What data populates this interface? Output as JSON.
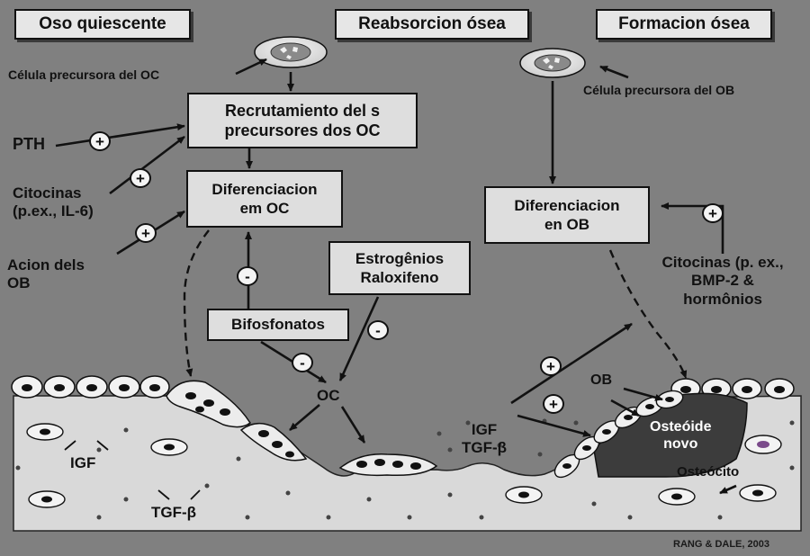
{
  "headers": {
    "quiescent": "Oso quiescente",
    "resorption": "Reabsorcion ósea",
    "formation": "Formacion ósea"
  },
  "boxes": {
    "recruitment": "Recrutamiento del s\nprecursores dos OC",
    "oc_differentiation": "Diferenciacion\nem  OC",
    "ob_differentiation": "Diferenciacion\nen OB",
    "estrogens": "Estrogênios\nRaloxifeno",
    "bisphosphonates": "Bifosfonatos"
  },
  "labels": {
    "oc_precursor": "Célula precursora del OC",
    "ob_precursor": "Célula precursora del OB",
    "pth": "PTH",
    "cytokines_left": "Citocinas\n(p.ex., IL-6)",
    "ob_action": "Acion dels\nOB",
    "cytokines_right": "Citocinas (p. ex.,\nBMP-2  &\nhormônios",
    "oc": "OC",
    "igf_left": "IGF",
    "tgf_left": "TGF-β",
    "igf_tgf_right": "IGF\nTGF-β",
    "ob": "OB",
    "osteoid": "Osteóide\nnovo",
    "osteocyte": "Osteócito",
    "credit": "RANG & DALE, 2003"
  },
  "signs": {
    "plus": "+",
    "minus": "-"
  },
  "colors": {
    "background": "#808080",
    "bone": "#d9d9d9",
    "box_fill": "#dedede",
    "osteoid": "#3c3c3c"
  }
}
